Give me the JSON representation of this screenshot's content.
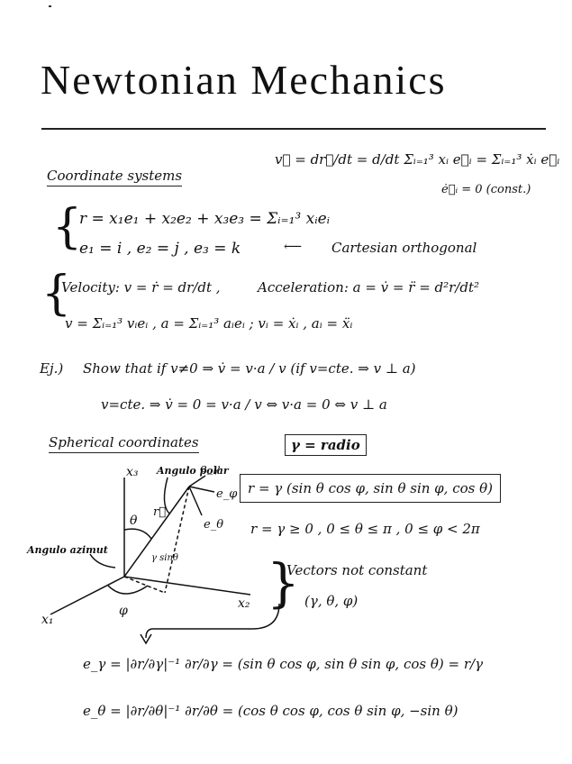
{
  "title": "Newtonian Mechanics",
  "sections": {
    "coordinate_systems": {
      "heading": "Coordinate systems",
      "velocity_def": "v⃗ = dr⃗/dt = d/dt Σᵢ₌₁³ xᵢ e⃗ᵢ = Σᵢ₌₁³ ẋᵢ e⃗ᵢ",
      "const_note": "ė⃗ᵢ = 0 (const.)",
      "position": "r = x₁e₁ + x₂e₂ + x₃e₃ = Σᵢ₌₁³ xᵢeᵢ",
      "basis": "e₁ = i , e₂ = j , e₃ = k",
      "cartesian_label": "Cartesian orthogonal",
      "velocity_line": "Velocity:  v = ṙ = dr/dt ,",
      "acceleration_line": "Acceleration:  a = v̇ = r̈ = d²r/dt²",
      "components_line": "v = Σᵢ₌₁³ vᵢeᵢ ,  a = Σᵢ₌₁³ aᵢeᵢ  ;  vᵢ = ẋᵢ ,  aᵢ = ẍᵢ"
    },
    "example": {
      "label": "Ej.)",
      "line1": "Show that if v≠0 ⇒ v̇ = v·a / v   (if v=cte. ⇒ v ⊥ a)",
      "line2": "v=cte. ⇒ v̇ = 0 = v·a / v ⇔ v·a = 0 ⇔ v ⊥ a"
    },
    "spherical": {
      "heading": "Spherical coordinates",
      "gamma_note": "γ = radio",
      "r_def": "r = γ (sin θ cos φ, sin θ sin φ, cos θ)",
      "ranges": "r = γ ≥ 0 ,  0 ≤ θ ≤ π ,  0 ≤ φ < 2π",
      "vectors_note": "Vectors not constant",
      "coords_tuple": "(γ, θ, φ)",
      "e_gamma": "e_γ = |∂r/∂γ|⁻¹ ∂r/∂γ = (sin θ cos φ, sin θ sin φ, cos θ) = r/γ",
      "e_theta": "e_θ = |∂r/∂θ|⁻¹ ∂r/∂θ = (cos θ cos φ, cos θ sin φ, −sin θ)"
    },
    "diagram": {
      "x1": "x₁",
      "x2": "x₂",
      "x3": "x₃",
      "e_gamma": "e_γ",
      "e_phi": "e_φ",
      "e_theta": "e_θ",
      "theta": "θ",
      "phi": "φ",
      "r_vec": "r⃗",
      "r_sin": "γ sinθ",
      "polar_angle": "Angulo polar",
      "azimuth_angle": "Angulo azimut"
    }
  }
}
